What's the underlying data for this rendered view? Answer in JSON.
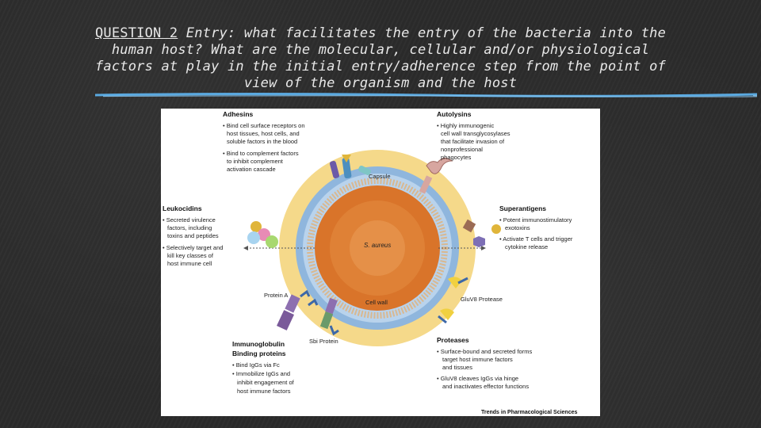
{
  "slide": {
    "title_label": "QUESTION 2",
    "title_lines": [
      "Entry: what facilitates the entry of the bacteria into the",
      "human host? What are the molecular, cellular and/or physiological",
      "factors at play in the initial entry/adherence step from the point of",
      "view of the organism and the host"
    ]
  },
  "figure": {
    "adhesins": {
      "title": "Adhesins",
      "lines": [
        "• Bind cell surface receptors on",
        "host tissues, host cells, and",
        "soluble factors in the blood",
        "• Bind to complement factors",
        "to inhibit complement",
        "activation cascade"
      ]
    },
    "autolysins": {
      "title": "Autolysins",
      "lines": [
        "• Highly immunogenic",
        "cell wall transglycosylases",
        "that facilitate invasion of",
        "nonprofessional",
        "phagocytes"
      ]
    },
    "leukocidins": {
      "title": "Leukocidins",
      "lines": [
        "• Secreted virulence",
        "factors, including",
        "toxins and peptides",
        "• Selectively target and",
        "kill key classes of",
        "host immune cell"
      ]
    },
    "superantigens": {
      "title": "Superantigens",
      "lines": [
        "• Potent immunostimulatory",
        "exotoxins",
        "• Activate T cells and trigger",
        "cytokine release"
      ]
    },
    "immunoglobulin": {
      "title_lines": [
        "Immunoglobulin",
        "Binding proteins"
      ],
      "lines": [
        "• Bind IgGs via Fc",
        "• Immobilize IgGs and",
        "inhibit engagement of",
        "host immune factors"
      ]
    },
    "proteases": {
      "title": "Proteases",
      "lines": [
        "• Surface-bound and secreted forms",
        "target host immune factors",
        "and tissues",
        "• GluV8 cleaves IgGs via hinge",
        "and inactivates effector functions"
      ]
    },
    "labels": {
      "capsule": "Capsule",
      "organism": "S. aureus",
      "cell_wall": "Cell wall",
      "protein_a": "Protein A",
      "sbi": "Sbi Protein",
      "gluv8": "GluV8 Protease"
    },
    "credit": "Trends in Pharmacological Sciences"
  },
  "colors": {
    "capsule": "#f5d98a",
    "membrane_blue": "#8fb6dd",
    "cell_core": "#d9742a",
    "slide_bg": "#2b2b2b",
    "stroke_blue": "#5aa9e0"
  }
}
